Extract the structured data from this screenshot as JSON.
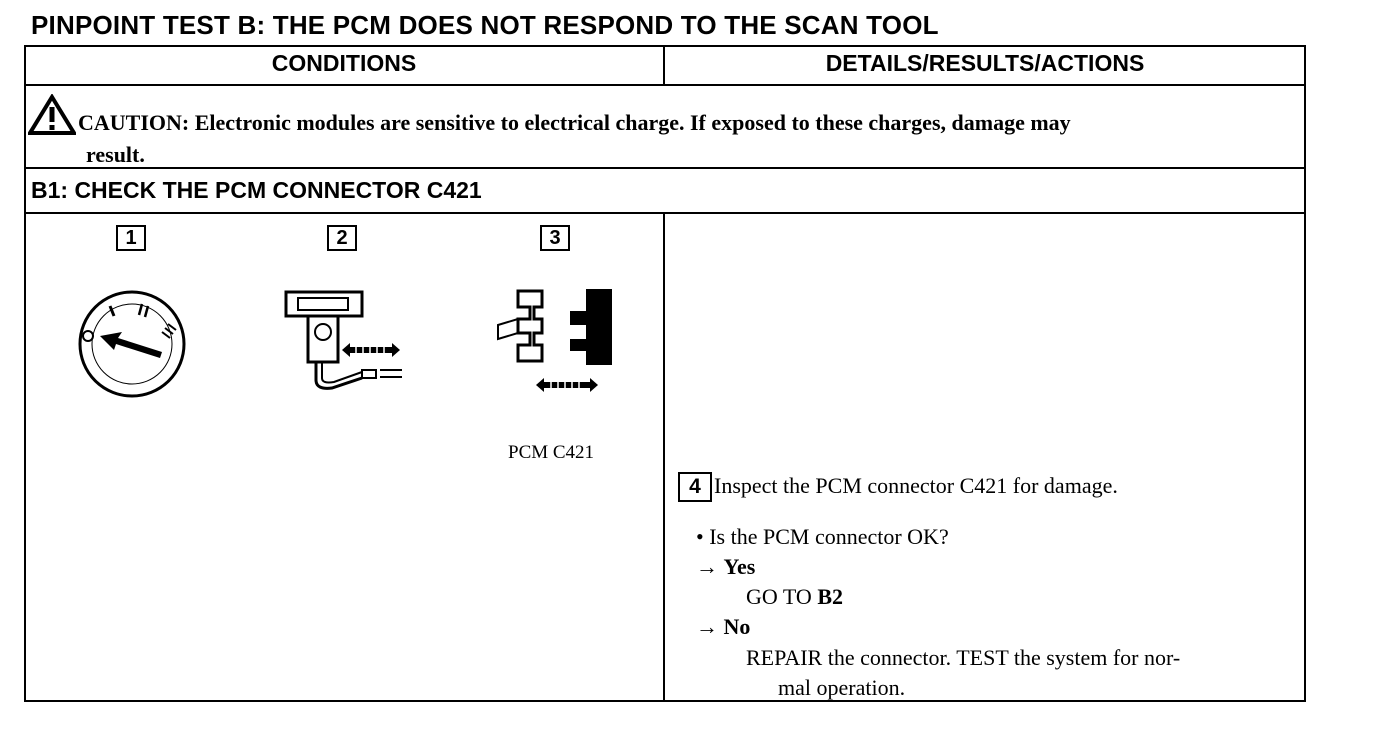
{
  "title": "PINPOINT TEST B: THE PCM DOES NOT RESPOND TO THE SCAN TOOL",
  "headers": {
    "conditions": "CONDITIONS",
    "details": "DETAILS/RESULTS/ACTIONS"
  },
  "caution": {
    "icon": "warning-triangle-icon",
    "line1": "CAUTION: Electronic modules are sensitive to electrical charge. If exposed to these charges, damage may",
    "line2": "result."
  },
  "step": {
    "title": "B1: CHECK THE PCM CONNECTOR C421",
    "figures": [
      {
        "number": "1",
        "icon": "ignition-switch-icon"
      },
      {
        "number": "2",
        "icon": "scan-tool-disconnect-icon"
      },
      {
        "number": "3",
        "icon": "connector-disconnect-icon",
        "caption": "PCM C421"
      }
    ],
    "action_number": "4",
    "action_text": "Inspect the PCM connector C421 for damage.",
    "question": "• Is the PCM connector OK?",
    "yes": {
      "label": "Yes",
      "arrow": "→",
      "action_prefix": "GO TO",
      "action_target": "B2"
    },
    "no": {
      "label": "No",
      "arrow": "→",
      "action_line1": "REPAIR the connector. TEST the system for nor-",
      "action_line2": "mal operation."
    }
  }
}
